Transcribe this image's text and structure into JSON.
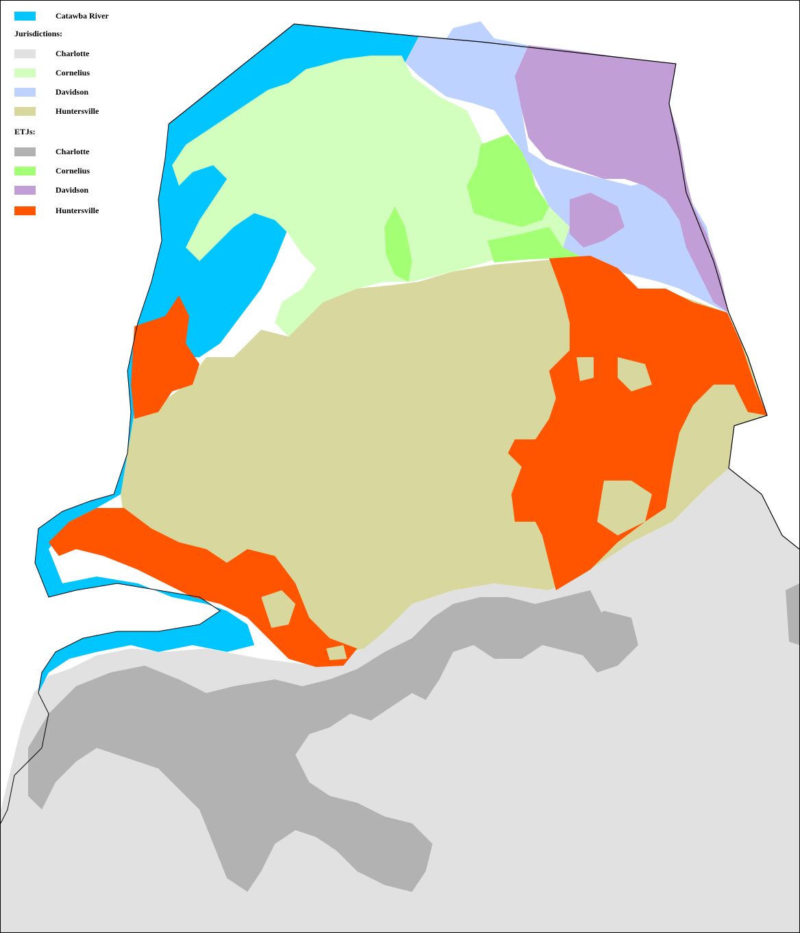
{
  "legend": {
    "river": {
      "label": "Catawba River",
      "color": "#00c5ff"
    },
    "jurisdictions_heading": "Jurisdictions:",
    "jurisdictions": [
      {
        "label": "Charlotte",
        "color": "#e1e1e1"
      },
      {
        "label": "Cornelius",
        "color": "#d3ffbe"
      },
      {
        "label": "Davidson",
        "color": "#bed2ff"
      },
      {
        "label": "Huntersville",
        "color": "#d7d79e"
      }
    ],
    "etjs_heading": "ETJs:",
    "etjs": [
      {
        "label": "Charlotte",
        "color": "#b2b2b2"
      },
      {
        "label": "Cornelius",
        "color": "#a3ff73"
      },
      {
        "label": "Davidson",
        "color": "#c29ed7"
      },
      {
        "label": "Huntersville",
        "color": "#ff5500"
      }
    ]
  }
}
